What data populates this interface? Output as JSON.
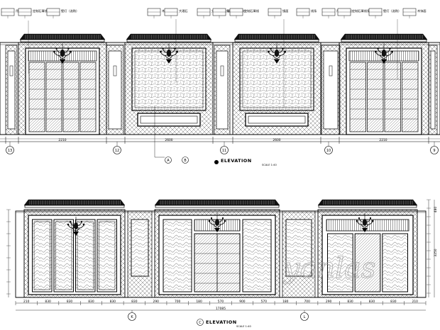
{
  "upper": {
    "title": "ELEVATION",
    "scale": "SCALE 1:40",
    "tags": [
      "吊灯（选购）",
      "定制石膏线条",
      "壁灯（选购）",
      "木饰面",
      "大理石",
      "大花石材线条",
      "银狐石（抛光）",
      "定制石膏线",
      "镜面",
      "线条"
    ],
    "dims": [
      "2210",
      "2600",
      "2600",
      "2210"
    ],
    "grid_labels": [
      "13",
      "12",
      "11",
      "10",
      "9"
    ]
  },
  "lower": {
    "title": "ELEVATION",
    "scale": "SCALE 1:40",
    "dims_total": "17085",
    "dims_row": [
      "210",
      "830",
      "830",
      "830",
      "830",
      "830",
      "290",
      "700",
      "180",
      "570",
      "900",
      "570",
      "180",
      "700",
      "290",
      "830",
      "830",
      "830",
      "210"
    ],
    "grid_labels": [
      "K",
      "L"
    ],
    "height_dims": [
      "480",
      "3250"
    ]
  },
  "watermark": "yanlas"
}
